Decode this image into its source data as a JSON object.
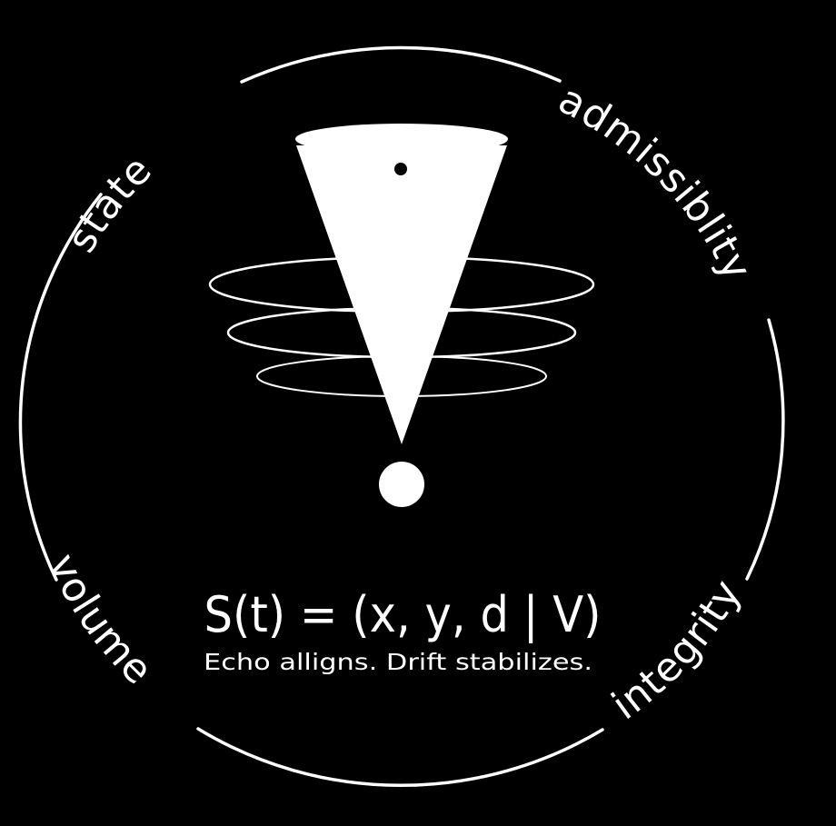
{
  "colors": {
    "background": "#000000",
    "foreground": "#ffffff"
  },
  "ring_labels": {
    "top_left": "state",
    "top_right": "admissiblity",
    "bottom_left": "volume",
    "bottom_right": "integrity"
  },
  "formula": "S(t) = (x, y, d | V)",
  "tagline": "Echo alligns. Drift stabilizes.",
  "icons": {
    "cone": "inverted-cone-icon",
    "orbit_rings": "orbit-ellipse-icon",
    "bottom_dot": "exclamation-dot-icon",
    "center_point": "center-point-icon"
  }
}
